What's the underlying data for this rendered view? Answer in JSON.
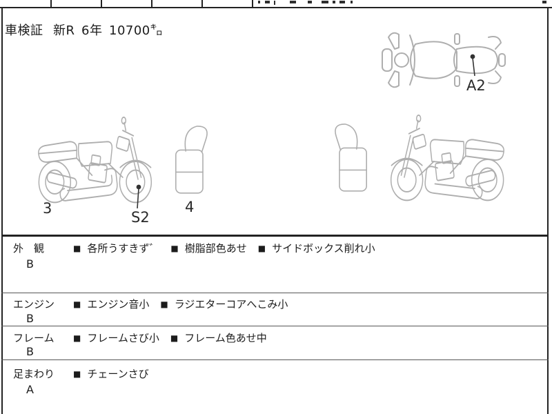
{
  "header": {
    "doc_label": "車検証",
    "registration": "新R",
    "year": "6年",
    "mileage": "10700㌔"
  },
  "diagram": {
    "top_view_label": "A2",
    "rear_label": "3",
    "engine_label": "S2",
    "front_label": "4"
  },
  "table": {
    "bullet": "■",
    "rows": [
      {
        "category": "外　観",
        "grade": "B",
        "items": [
          "各所うすきず゛",
          "樹脂部色あせ",
          "サイドボックス削れ小"
        ]
      },
      {
        "category": "エンジン",
        "grade": "B",
        "items": [
          "エンジン音小",
          "ラジエターコアへこみ小"
        ]
      },
      {
        "category": "フレーム",
        "grade": "B",
        "items": [
          "フレームさび小",
          "フレーム色あせ中"
        ]
      },
      {
        "category": "足まわり",
        "grade": "A",
        "items": [
          "チェーンさび"
        ]
      }
    ]
  },
  "colors": {
    "line_art": "#aeaeae",
    "border": "#222222",
    "text": "#1c1c1c"
  }
}
